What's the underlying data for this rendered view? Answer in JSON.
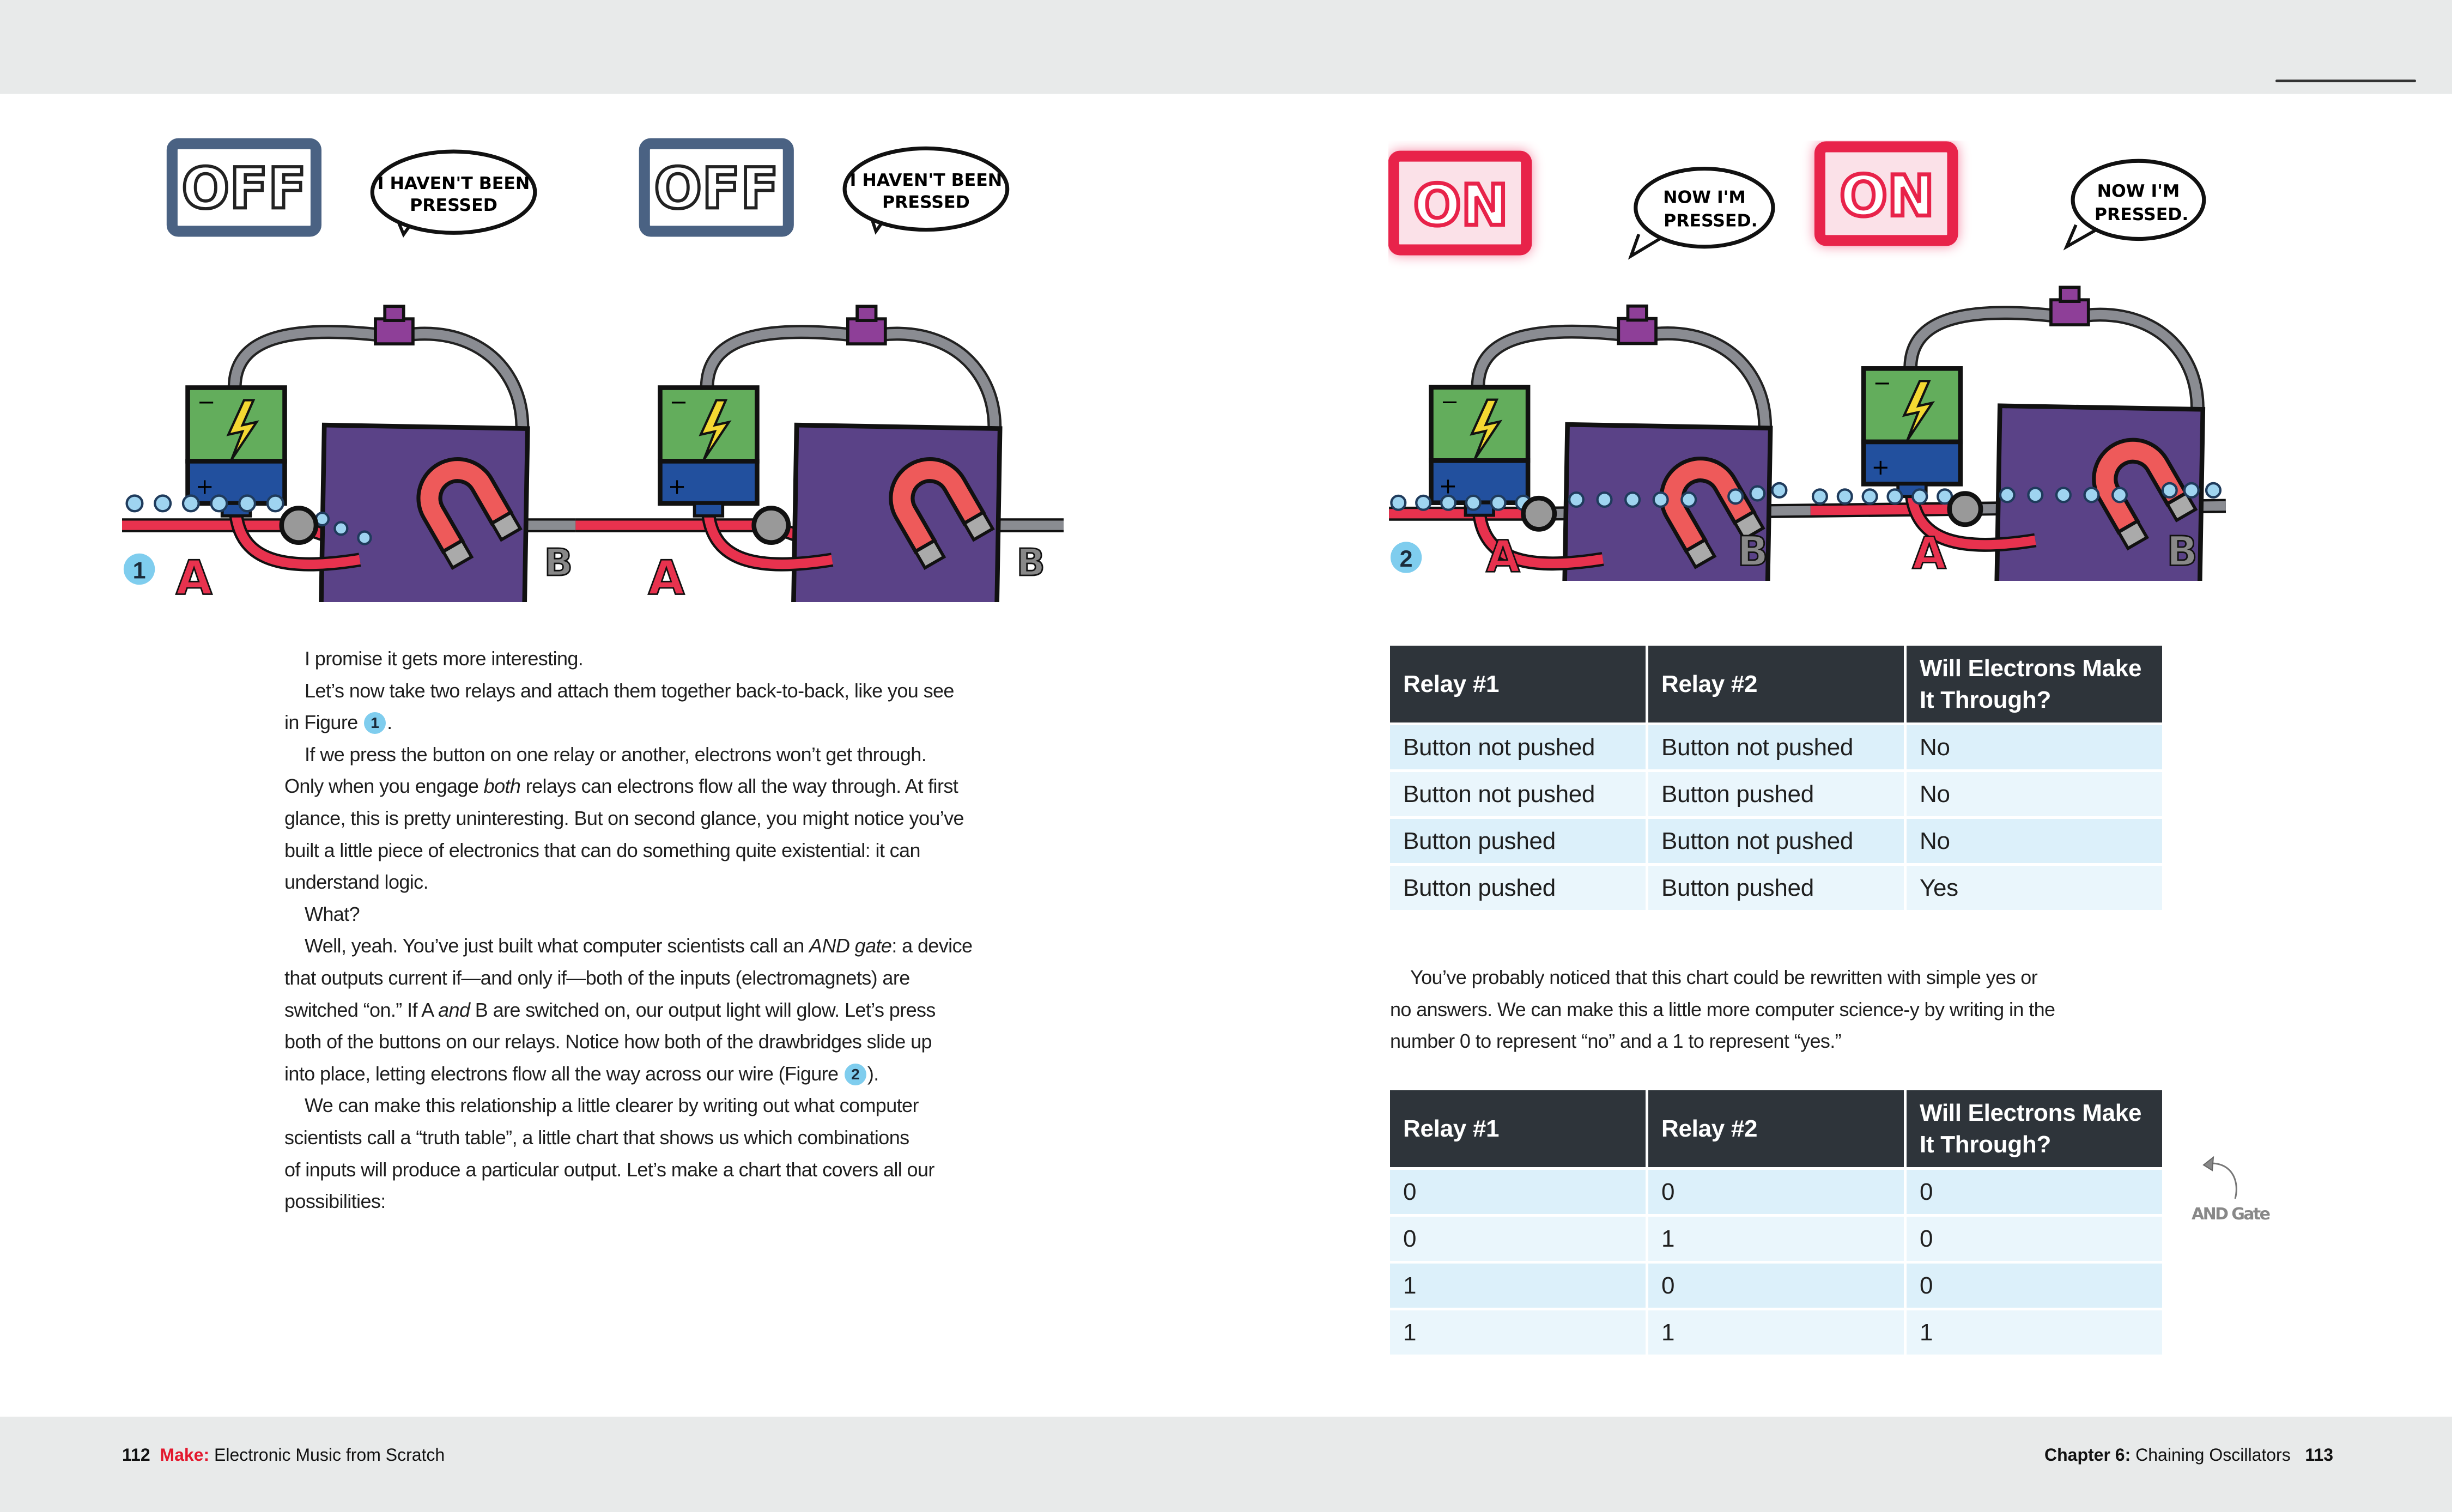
{
  "header": {},
  "figure1": {
    "number": "1",
    "signs": [
      "OFF",
      "OFF"
    ],
    "bubbles": [
      [
        "I HAVEN'T BEEN",
        "PRESSED"
      ],
      [
        "I HAVEN'T BEEN",
        "PRESSED"
      ]
    ],
    "labels": [
      "A",
      "B",
      "A",
      "B"
    ]
  },
  "figure2": {
    "number": "2",
    "signs": [
      "ON",
      "ON"
    ],
    "bubbles": [
      [
        "NOW I'M",
        "PRESSED."
      ],
      [
        "NOW I'M",
        "PRESSED."
      ]
    ],
    "labels": [
      "A",
      "B",
      "A",
      "B"
    ]
  },
  "left_text": {
    "l0": "I promise it gets more interesting.",
    "l1": "Let’s now take two relays and attach them together back-to-back, like you see",
    "l2a": "in Figure ",
    "l2b": "1",
    "l2c": ".",
    "l3": "If we press the button on one relay or another, electrons won’t get through.",
    "l4a": "Only when you engage ",
    "l4b": "both",
    "l4c": " relays can electrons flow all the way through. At first",
    "l5": "glance, this is pretty uninteresting. But on second glance, you might notice you’ve",
    "l6": "built a little piece of electronics that can do something quite existential: it can",
    "l7": "understand logic.",
    "l8": "What?",
    "l9a": "Well, yeah. You’ve just built what computer scientists call an ",
    "l9b": "AND gate",
    "l9c": ": a device",
    "l10": "that outputs current if—and only if—both of the inputs (electromagnets) are",
    "l11a": "switched “on.” If A ",
    "l11b": "and",
    "l11c": " B are switched on, our output light will glow. Let’s press",
    "l12": "both of the buttons on our relays. Notice how both of the drawbridges slide up",
    "l13a": "into place, letting electrons flow all the way across our wire (Figure ",
    "l13b": "2",
    "l13c": ").",
    "l14": "We can make this relationship a little clearer by writing out what computer",
    "l15": "scientists call a “truth table”, a little chart that shows us which combinations",
    "l16": "of inputs will produce a particular output. Let’s make a chart that covers all our",
    "l17": "possibilities:"
  },
  "table1": {
    "headers": [
      "Relay #1",
      "Relay #2",
      "Will Electrons Make It Through?"
    ],
    "rows": [
      [
        "Button not pushed",
        "Button not pushed",
        "No"
      ],
      [
        "Button not pushed",
        "Button pushed",
        "No"
      ],
      [
        "Button pushed",
        "Button not pushed",
        "No"
      ],
      [
        "Button pushed",
        "Button pushed",
        "Yes"
      ]
    ]
  },
  "right_text": {
    "l0": "You’ve probably noticed that this chart could be rewritten with simple yes or",
    "l1": "no answers. We can make this a little more computer science-y by writing in the",
    "l2": "number 0 to represent “no” and a 1 to represent “yes.”"
  },
  "table2": {
    "headers": [
      "Relay #1",
      "Relay #2",
      "Will Electrons Make It Through?"
    ],
    "rows": [
      [
        "0",
        "0",
        "0"
      ],
      [
        "0",
        "1",
        "0"
      ],
      [
        "1",
        "0",
        "0"
      ],
      [
        "1",
        "1",
        "1"
      ]
    ]
  },
  "annotation": {
    "text": "AND Gate"
  },
  "footer": {
    "left_page": "112",
    "brand": "Make:",
    "book_title": "Electronic Music from Scratch",
    "chapter": "Chapter 6:",
    "chapter_title": "Chaining Oscillators",
    "right_page": "113"
  },
  "colors": {
    "band": "#e8eaea",
    "table_header": "#2e343a",
    "row_a": "#dcf0fa",
    "row_b": "#eaf6fc",
    "brand_red": "#e3182d",
    "badge": "#7fcdee",
    "on_sign": "#e8234a",
    "off_sign": "#4a6283"
  }
}
